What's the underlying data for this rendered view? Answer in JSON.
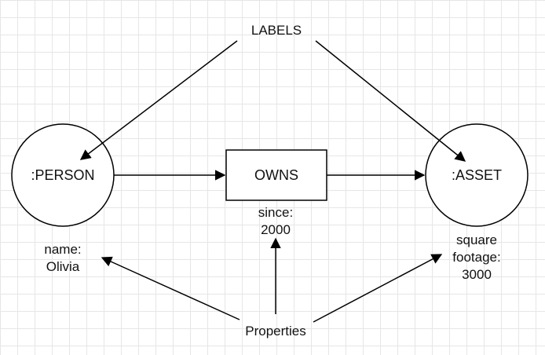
{
  "labels_title": "LABELS",
  "properties_title": "Properties",
  "nodes": {
    "person": {
      "label": ":PERSON"
    },
    "asset": {
      "label": ":ASSET"
    }
  },
  "relationship": {
    "label": "OWNS"
  },
  "properties": {
    "person_name_key": "name:",
    "person_name_value": "Olivia",
    "owns_since_key": "since:",
    "owns_since_value": "2000",
    "asset_line1": "square",
    "asset_line2": "footage:",
    "asset_line3": "3000"
  }
}
